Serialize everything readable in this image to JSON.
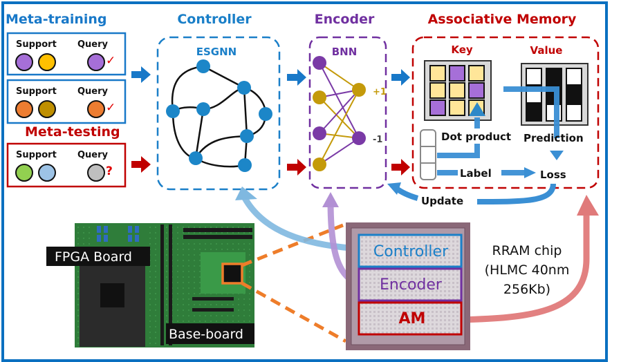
{
  "colors": {
    "frame": "#0a70c0",
    "training_blue": "#1878c8",
    "testing_red": "#c00000",
    "controller_blue": "#1a7fc8",
    "encoder_purple": "#7030a0",
    "am_red": "#c00000",
    "node_blue": "#1c86c8",
    "node_purple": "#7a3aa6",
    "node_gold": "#c49a0a",
    "flow_blue": "#3a8fd4",
    "light_blue_arrow": "#7fb8e0",
    "light_purple_arrow": "#b290d4",
    "light_red_arrow": "#e07a7a",
    "orange": "#ee7d2a",
    "key_yellow": "#ffe699",
    "key_purple": "#a66fd8"
  },
  "meta": {
    "training_title": "Meta-training",
    "testing_title": "Meta-testing",
    "support_label": "Support",
    "query_label": "Query",
    "check_mark": "✓",
    "question_mark": "?",
    "panels": [
      {
        "name": "training-task-1",
        "support": [
          "#a66fd8",
          "#ffc000"
        ],
        "query": "#a66fd8",
        "result": "correct"
      },
      {
        "name": "training-task-2",
        "support": [
          "#ed7d31",
          "#bf8f00"
        ],
        "query": "#ed7d31",
        "result": "correct"
      },
      {
        "name": "testing-task",
        "support": [
          "#92d050",
          "#9dc3e6"
        ],
        "query": "#bfbfbf",
        "result": "unknown"
      }
    ]
  },
  "controller": {
    "title": "Controller",
    "subtitle": "ESGNN"
  },
  "encoder": {
    "title": "Encoder",
    "subtitle": "BNN",
    "plus_label": "+1",
    "minus_label": "-1"
  },
  "memory": {
    "title": "Associative Memory",
    "key_label": "Key",
    "value_label": "Value",
    "dot_product_label": "Dot product",
    "prediction_label": "Prediction",
    "label_label": "Label",
    "loss_label": "Loss",
    "update_label": "Update",
    "key_grid": [
      [
        "y",
        "p",
        "y"
      ],
      [
        "y",
        "y",
        "p"
      ],
      [
        "p",
        "y",
        "y"
      ]
    ],
    "value_grid": [
      [
        "w",
        "b",
        "w"
      ],
      [
        "w",
        "b",
        "b"
      ],
      [
        "b",
        "w",
        "w"
      ]
    ]
  },
  "hardware": {
    "fpga_label": "FPGA Board",
    "baseboard_label": "Base-board",
    "chip_controller": "Controller",
    "chip_encoder": "Encoder",
    "chip_am": "AM",
    "chip_desc_line1": "RRAM chip",
    "chip_desc_line2": "(HLMC 40nm",
    "chip_desc_line3": "256Kb)"
  }
}
